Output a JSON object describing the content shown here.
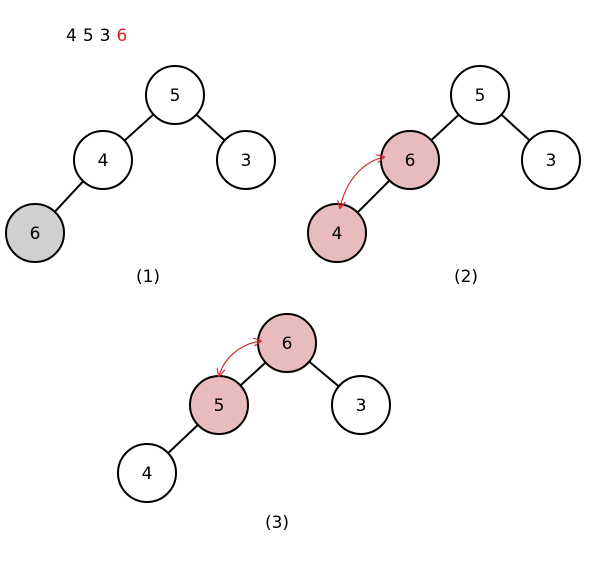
{
  "sequence": [
    {
      "value": "4",
      "highlight": false
    },
    {
      "value": "5",
      "highlight": false
    },
    {
      "value": "3",
      "highlight": false
    },
    {
      "value": "6",
      "highlight": true
    }
  ],
  "colors": {
    "default_fill": "#ffffff",
    "new_node_fill": "#d0d0d0",
    "swap_fill": "#e8bcbc",
    "highlight_text": "#e02020",
    "arrow": "#d03030",
    "stroke": "#000000"
  },
  "panels": [
    {
      "caption": "(1)",
      "nodes": [
        {
          "id": "root",
          "label": "5",
          "state": "default"
        },
        {
          "id": "left",
          "label": "4",
          "state": "default"
        },
        {
          "id": "right",
          "label": "3",
          "state": "default"
        },
        {
          "id": "leftleft",
          "label": "6",
          "state": "new"
        }
      ],
      "edges": [
        [
          "root",
          "left"
        ],
        [
          "root",
          "right"
        ],
        [
          "left",
          "leftleft"
        ]
      ],
      "swap": null
    },
    {
      "caption": "(2)",
      "nodes": [
        {
          "id": "root",
          "label": "5",
          "state": "default"
        },
        {
          "id": "left",
          "label": "6",
          "state": "swap"
        },
        {
          "id": "right",
          "label": "3",
          "state": "default"
        },
        {
          "id": "leftleft",
          "label": "4",
          "state": "swap"
        }
      ],
      "edges": [
        [
          "root",
          "left"
        ],
        [
          "root",
          "right"
        ],
        [
          "left",
          "leftleft"
        ]
      ],
      "swap": [
        "left",
        "leftleft"
      ]
    },
    {
      "caption": "(3)",
      "nodes": [
        {
          "id": "root",
          "label": "6",
          "state": "swap"
        },
        {
          "id": "left",
          "label": "5",
          "state": "swap"
        },
        {
          "id": "right",
          "label": "3",
          "state": "default"
        },
        {
          "id": "leftleft",
          "label": "4",
          "state": "default"
        }
      ],
      "edges": [
        [
          "root",
          "left"
        ],
        [
          "root",
          "right"
        ],
        [
          "left",
          "leftleft"
        ]
      ],
      "swap": [
        "root",
        "left"
      ]
    }
  ]
}
